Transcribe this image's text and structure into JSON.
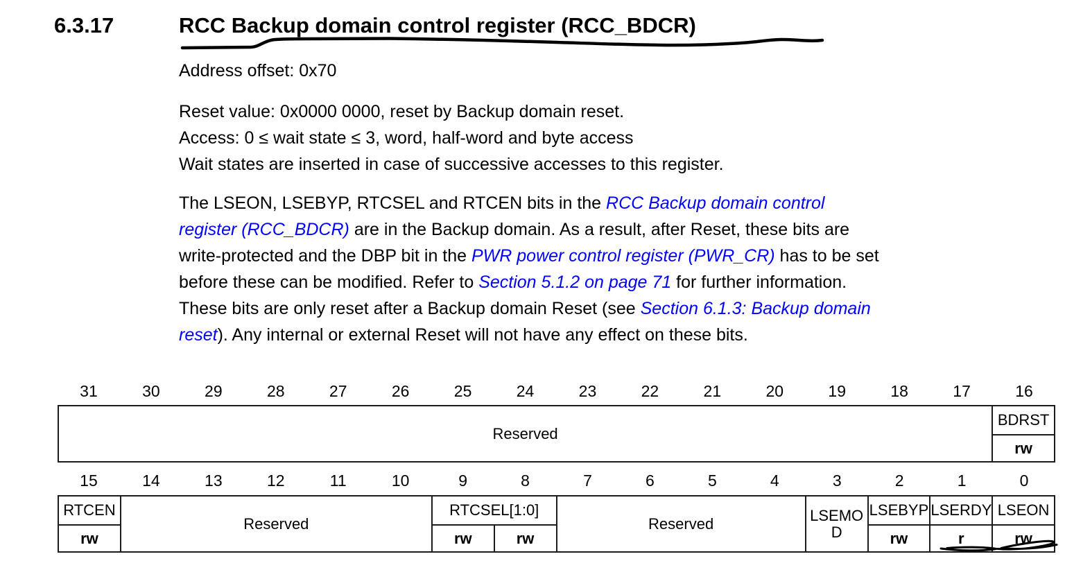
{
  "colors": {
    "text": "#000000",
    "link": "#0000ff",
    "table_border": "#1c1c1c",
    "background": "#ffffff"
  },
  "heading": {
    "section_number": "6.3.17",
    "title": "RCC Backup domain control register (RCC_BDCR)"
  },
  "address_offset_line": "Address offset: 0x70",
  "access_info_lines": [
    "Reset value: 0x0000 0000, reset by Backup domain reset.",
    "Access: 0 ≤ wait state ≤ 3, word, half-word and byte access",
    "Wait states are inserted in case of successive accesses to this register."
  ],
  "description_lines": [
    [
      {
        "t": "The LSEON, LSEBYP, RTCSEL and RTCEN bits in the ",
        "link": false
      },
      {
        "t": "RCC Backup domain control",
        "link": true
      }
    ],
    [
      {
        "t": "register (RCC_BDCR)",
        "link": true
      },
      {
        "t": " are in the Backup domain. As a result, after Reset, these bits are",
        "link": false
      }
    ],
    [
      {
        "t": "write-protected and the DBP bit in the ",
        "link": false
      },
      {
        "t": "PWR power control register (PWR_CR)",
        "link": true
      },
      {
        "t": " has to be set",
        "link": false
      }
    ],
    [
      {
        "t": "before these can be modified. Refer to ",
        "link": false
      },
      {
        "t": "Section 5.1.2 on page 71",
        "link": true
      },
      {
        "t": " for further information.",
        "link": false
      }
    ],
    [
      {
        "t": "These bits are only reset after a Backup domain Reset (see ",
        "link": false
      },
      {
        "t": "Section 6.1.3: Backup domain",
        "link": true
      }
    ],
    [
      {
        "t": "reset",
        "link": true
      },
      {
        "t": "). Any internal or external Reset will not have any effect on these bits.",
        "link": false
      }
    ]
  ],
  "register_diagram": {
    "rows": [
      {
        "bit_numbers": [
          "31",
          "30",
          "29",
          "28",
          "27",
          "26",
          "25",
          "24",
          "23",
          "22",
          "21",
          "20",
          "19",
          "18",
          "17",
          "16"
        ],
        "fields": [
          {
            "name": "Reserved",
            "span": 15,
            "full": true
          },
          {
            "name": "BDRST",
            "span": 1,
            "access": [
              "rw"
            ]
          }
        ]
      },
      {
        "bit_numbers": [
          "15",
          "14",
          "13",
          "12",
          "11",
          "10",
          "9",
          "8",
          "7",
          "6",
          "5",
          "4",
          "3",
          "2",
          "1",
          "0"
        ],
        "fields": [
          {
            "name": "RTCEN",
            "span": 1,
            "access": [
              "rw"
            ]
          },
          {
            "name": "Reserved",
            "span": 5,
            "full": true
          },
          {
            "name": "RTCSEL[1:0]",
            "span": 2,
            "access": [
              "rw",
              "rw"
            ]
          },
          {
            "name": "Reserved",
            "span": 4,
            "full": true
          },
          {
            "name": "LSEMOD",
            "span": 1,
            "full": true,
            "breakword": true
          },
          {
            "name": "LSEBYP",
            "span": 1,
            "access": [
              "rw"
            ]
          },
          {
            "name": "LSERDY",
            "span": 1,
            "access": [
              "r"
            ]
          },
          {
            "name": "LSEON",
            "span": 1,
            "access": [
              "rw"
            ]
          }
        ]
      }
    ]
  },
  "annotations": {
    "title_underline": "hand-drawn underline below section title",
    "access_scribble": "hand-drawn scribble under LSERDY r and LSEON rw access cells"
  }
}
